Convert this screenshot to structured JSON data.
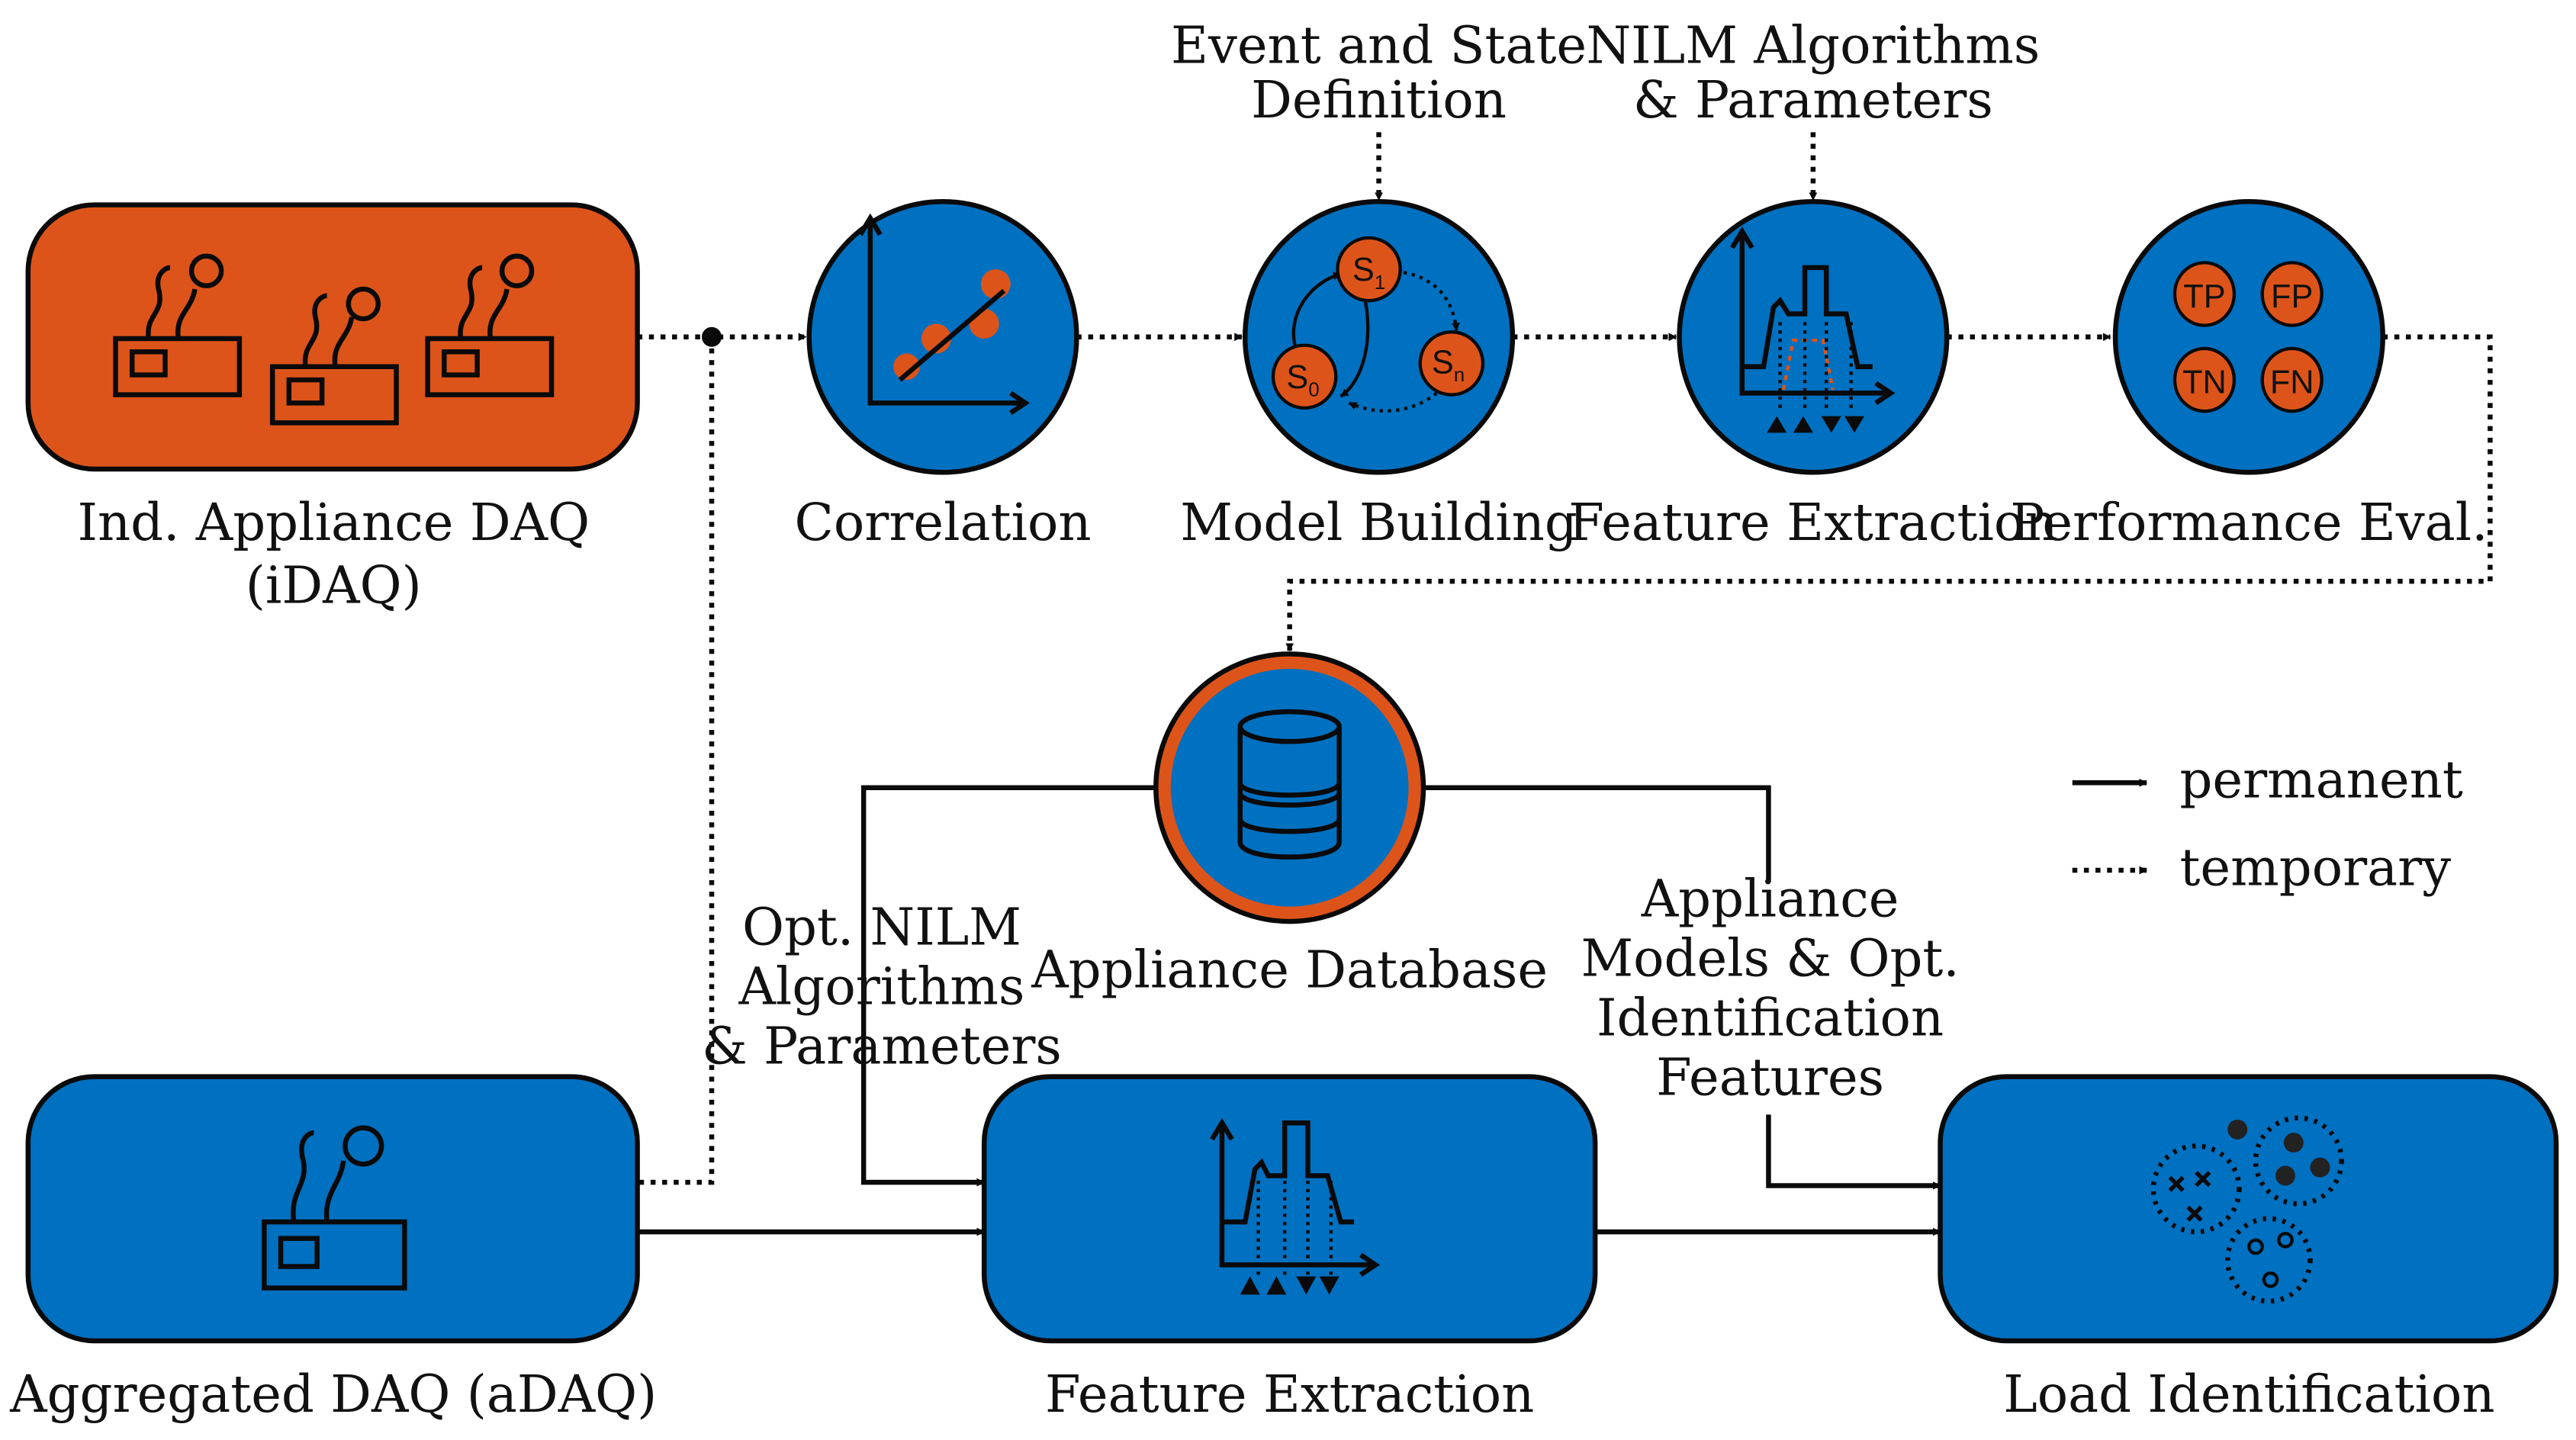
{
  "colors": {
    "orange": "#DD541A",
    "blue": "#0070C0",
    "stroke": "#0a0a0a"
  },
  "nodes": {
    "idaq": {
      "label1": "Ind. Appliance DAQ",
      "label2": "(iDAQ)"
    },
    "correlation": {
      "label": "Correlation"
    },
    "model_building": {
      "label": "Model Building",
      "states": [
        "S",
        "S",
        "S"
      ],
      "subs": [
        "1",
        "0",
        "n"
      ]
    },
    "feature_extraction_top": {
      "label": "Feature Extraction"
    },
    "performance_eval": {
      "label": "Performance Eval.",
      "metrics": [
        "TP",
        "FP",
        "TN",
        "FN"
      ]
    },
    "database": {
      "label": "Appliance Database"
    },
    "adaq": {
      "label": "Aggregated DAQ (aDAQ)"
    },
    "feature_extraction_bottom": {
      "label": "Feature Extraction"
    },
    "load_identification": {
      "label": "Load Identification"
    }
  },
  "inputs": {
    "event_state": [
      "Event and State",
      "Definition"
    ],
    "nilm_params": [
      "NILM Algorithms",
      "& Parameters"
    ],
    "opt_nilm": [
      "Opt. NILM",
      "Algorithms",
      "& Parameters"
    ],
    "appliance_models": [
      "Appliance",
      "Models & Opt.",
      "Identification",
      "Features"
    ]
  },
  "legend": {
    "permanent": "permanent",
    "temporary": "temporary"
  }
}
